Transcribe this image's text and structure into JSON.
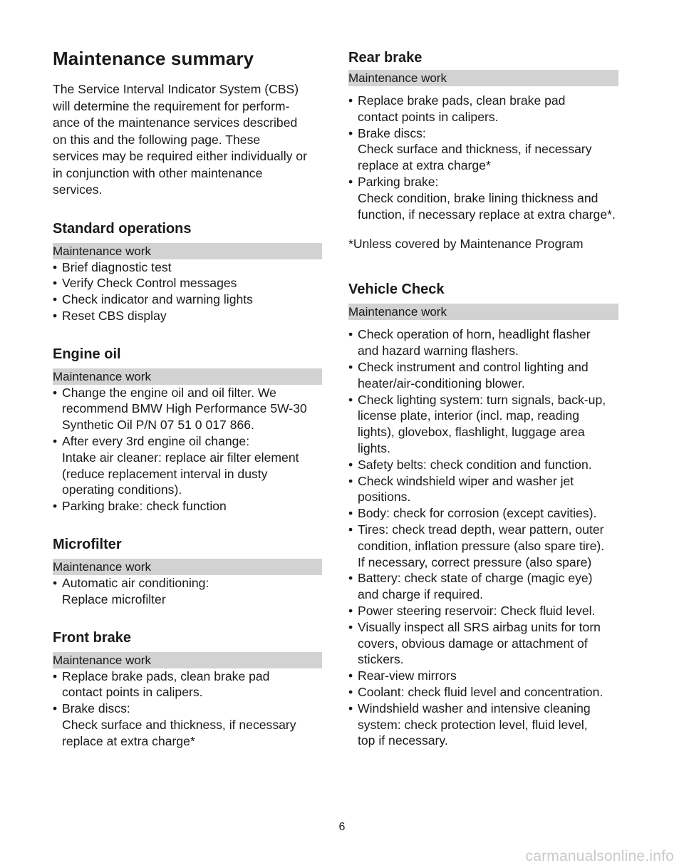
{
  "left": {
    "title": "Maintenance summary",
    "intro": "The Service Interval Indicator System (CBS)\nwill determine the requirement for perform-\nance of the maintenance services described\non this and the following page. These\nservices may be required either individually or\nin conjunction with other maintenance\nservices.",
    "sections": [
      {
        "heading": "Standard operations",
        "bar": "Maintenance work",
        "items": [
          "Brief diagnostic test",
          "Verify Check Control messages",
          "Check indicator and warning lights",
          "Reset CBS display"
        ]
      },
      {
        "heading": "Engine oil",
        "bar": "Maintenance work",
        "items": [
          "Change the engine oil and oil filter. We\nrecommend BMW High Performance 5W-30\nSynthetic Oil P/N 07 51 0 017 866.",
          "After every 3rd engine oil change:\nIntake air cleaner:  replace air filter element\n(reduce replacement interval in dusty\noperating conditions).",
          "Parking brake: check function"
        ]
      },
      {
        "heading": "Microfilter",
        "bar": "Maintenance work",
        "items": [
          "Automatic air conditioning:\nReplace microfilter"
        ]
      },
      {
        "heading": "Front brake",
        "bar": "Maintenance work",
        "items": [
          "Replace brake pads, clean brake pad\ncontact points in calipers.",
          "Brake discs:\nCheck surface and thickness, if necessary\nreplace at extra charge*"
        ]
      }
    ]
  },
  "right": {
    "rear_brake": {
      "heading": "Rear brake",
      "bar": "Maintenance work",
      "items": [
        "Replace brake pads, clean brake pad\ncontact points in calipers.",
        "Brake discs:\nCheck surface and thickness, if necessary\nreplace at extra charge*"
      ],
      "small_items": [
        "Parking brake:\nCheck condition, brake lining thickness and\nfunction, if necessary replace at extra charge*."
      ]
    },
    "footnote": "*Unless covered by Maintenance Program",
    "vehicle_check": {
      "heading": "Vehicle Check",
      "bar": "Maintenance work",
      "items": [
        "Check operation of horn, headlight flasher\nand hazard warning flashers.",
        "Check instrument and control lighting and\nheater/air-conditioning blower.",
        "Check lighting system: turn signals, back-up,\nlicense plate, interior (incl. map, reading\nlights), glovebox, flashlight, luggage area\nlights.",
        "Safety belts: check condition and function.",
        "Check windshield wiper and washer jet\npositions.",
        "Body: check for corrosion (except cavities).",
        "Tires: check tread depth, wear pattern, outer\ncondition, inflation pressure (also spare tire).\nIf necessary, correct pressure (also spare)",
        "Battery: check state of charge (magic eye)\nand charge if required.",
        "Power steering reservoir: Check fluid level.",
        "Visually inspect all SRS airbag units for torn\ncovers, obvious damage or attachment of\nstickers.",
        "Rear-view mirrors",
        "Coolant: check fluid level and concentration.",
        "Windshield washer and intensive cleaning\nsystem: check protection level, fluid level,\ntop if necessary."
      ]
    }
  },
  "page_number": "6",
  "watermark": "carmanualsonline.info"
}
